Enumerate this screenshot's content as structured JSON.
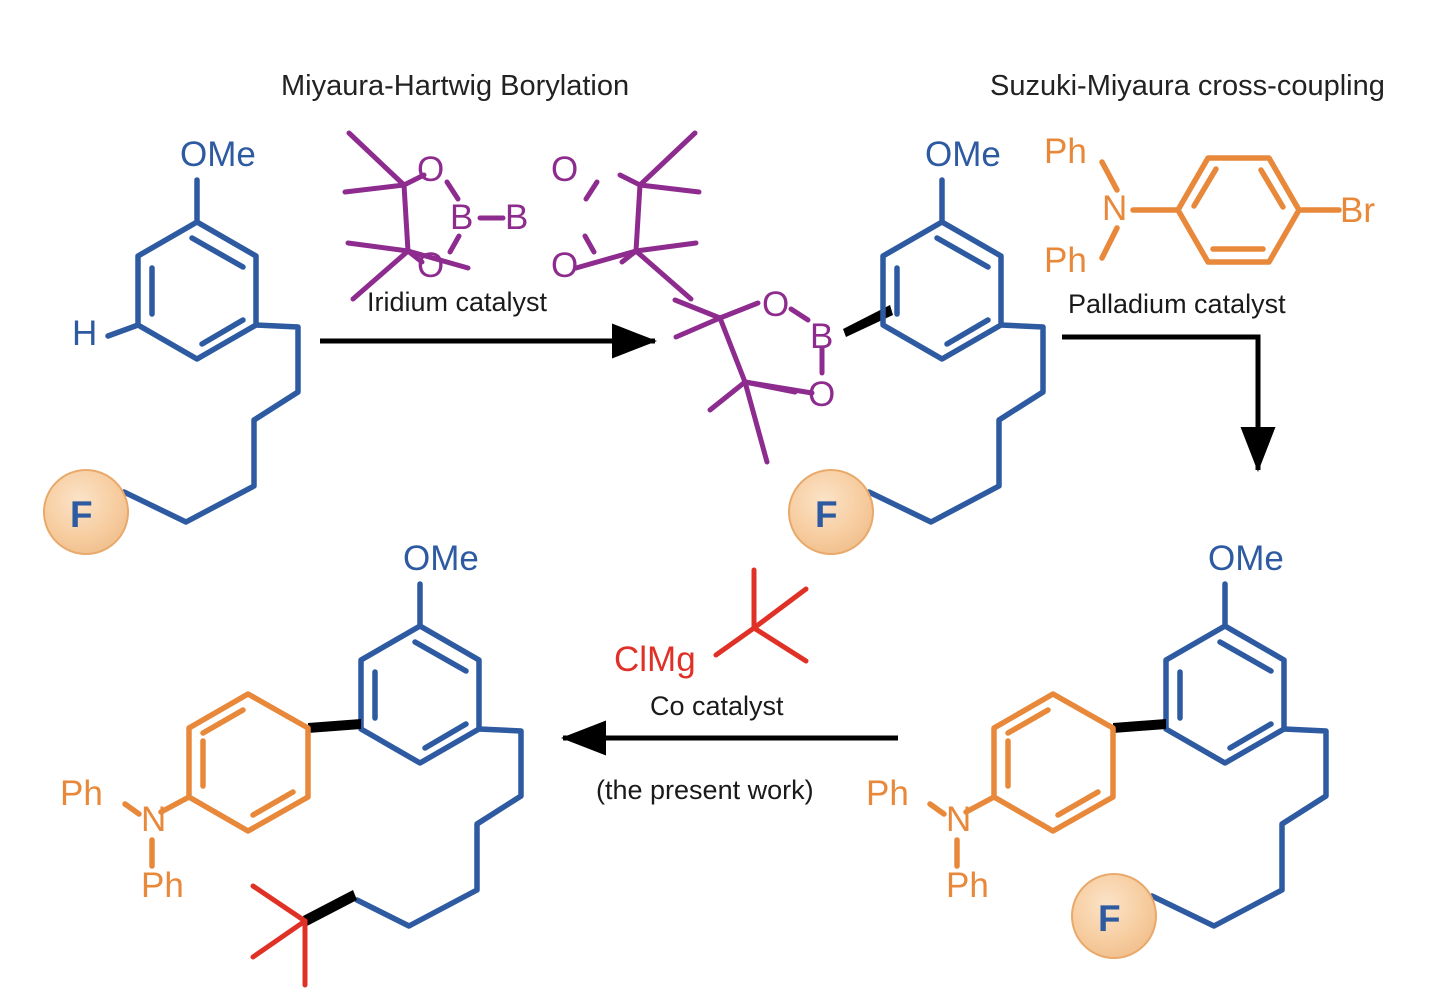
{
  "scheme": {
    "title_left": "Miyaura-Hartwig Borylation",
    "title_right": "Suzuki-Miyaura cross-coupling",
    "step1_condition": "Iridium catalyst",
    "step2_condition": "Palladium catalyst",
    "step3_condition": "Co catalyst",
    "step3_note": "(the present work)"
  },
  "colors": {
    "arene_blue": "#2d5aa0",
    "boronate_purple": "#8e2b8e",
    "amine_orange": "#e8883a",
    "grignard_red": "#e03127",
    "highlight_fill": "#f7cda0",
    "highlight_stroke": "#e8a96a",
    "bold_bond_black": "#000000",
    "text_black": "#1a1a1a"
  },
  "labels": {
    "ome": "OMe",
    "h": "H",
    "f": "F",
    "b": "B",
    "o": "O",
    "n": "N",
    "ph": "Ph",
    "br": "Br",
    "clmg": "ClMg"
  },
  "molecules": {
    "m1_substrate": {
      "name": "fluoroalkyl methoxyarene",
      "atoms": [
        "OMe",
        "H",
        "F"
      ]
    },
    "m2_boronate": {
      "name": "aryl pinacol boronate",
      "atoms": [
        "OMe",
        "B",
        "O",
        "O",
        "F"
      ]
    },
    "m3_reagent_b2pin2": {
      "name": "bis(pinacolato)diboron",
      "atoms": [
        "O",
        "B",
        "B",
        "O",
        "O",
        "O"
      ]
    },
    "m4_reagent_arylbromide": {
      "name": "4-bromo-triphenylamine",
      "atoms": [
        "Ph",
        "Ph",
        "N",
        "Br"
      ]
    },
    "m5_coupled": {
      "name": "biaryl fluoroalkyl amine",
      "atoms": [
        "OMe",
        "Ph",
        "Ph",
        "N",
        "F"
      ]
    },
    "m6_product": {
      "name": "biaryl tert-butyl alkyl amine",
      "atoms": [
        "OMe",
        "Ph",
        "Ph",
        "N"
      ]
    },
    "m7_reagent_grignard": {
      "name": "tert-butylmagnesium chloride",
      "atoms": [
        "ClMg"
      ]
    }
  }
}
